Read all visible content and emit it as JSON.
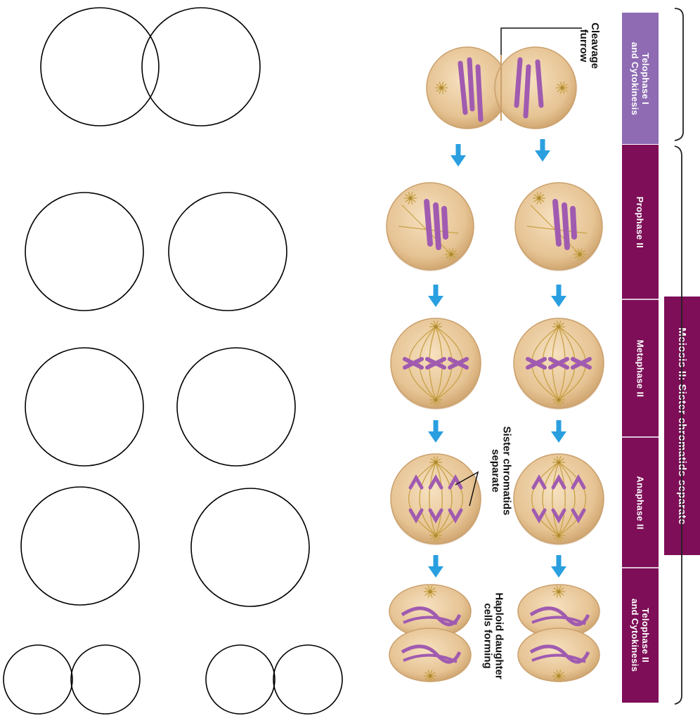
{
  "phases": [
    {
      "line1": "Telophase I",
      "line2": "and Cytokinesis"
    },
    {
      "line1": "Prophase II"
    },
    {
      "line1": "Metaphase II"
    },
    {
      "line1": "Anaphase II"
    },
    {
      "line1": "Telophase II",
      "line2": "and Cytokinesis"
    }
  ],
  "meiosis_label": "Meiosis II: Sister chromatids separate",
  "annotations": {
    "cleavage_1": "Cleavage",
    "cleavage_2": "furrow",
    "sister_1": "Sister chromatids",
    "sister_2": "separate",
    "haploid_1": "Haploid daughter",
    "haploid_2": "cells forming"
  },
  "colors": {
    "telophase_i_band": "#8e6bb3",
    "meiosis_ii_band": "#7d0e57",
    "cell_fill": "#e6c393",
    "chromosome": "#a05bb0",
    "spindle": "#c8a246",
    "arrow": "#2a9fe0"
  }
}
